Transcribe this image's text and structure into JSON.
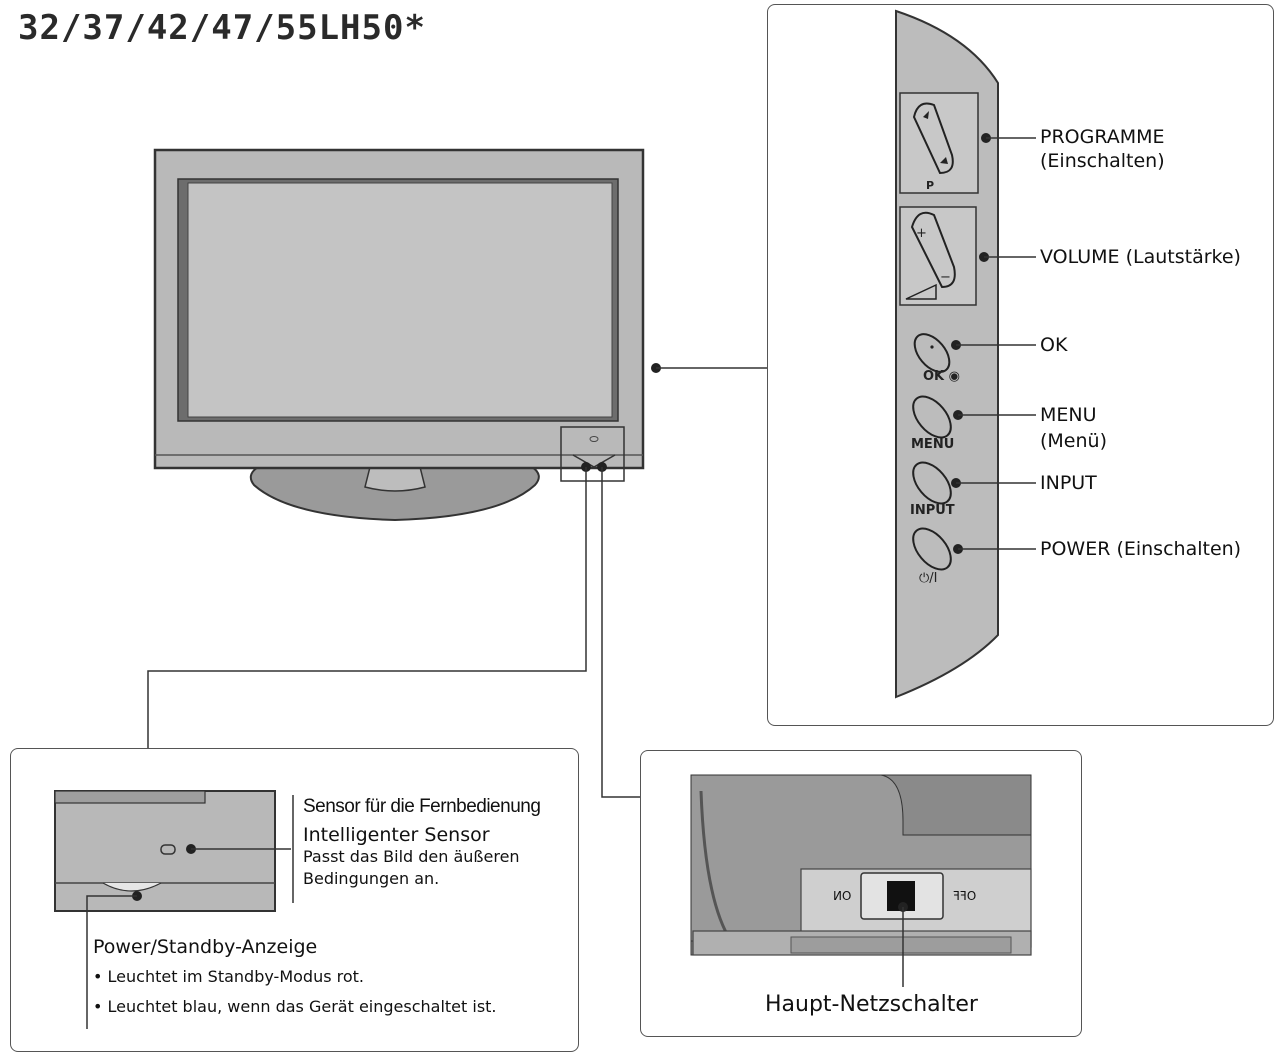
{
  "title": "32/37/42/47/55LH50*",
  "controls": {
    "programme": {
      "label": "PROGRAMME",
      "sub": "(Einschalten)",
      "button_text": "P"
    },
    "volume": {
      "label": "VOLUME (Lautstärke)"
    },
    "ok": {
      "label": "OK",
      "button_text": "OK ◉"
    },
    "menu": {
      "label": "MENU",
      "sub": "(Menü)",
      "button_text": "MENU"
    },
    "input": {
      "label": "INPUT",
      "button_text": "INPUT"
    },
    "power": {
      "label": "POWER (Einschalten)",
      "button_text": "⏻/I"
    }
  },
  "sensor_panel": {
    "sensor_label": "Sensor für die Fernbedienung",
    "intelligent_title": "Intelligenter Sensor",
    "intelligent_desc_1": "Passt das Bild den äußeren",
    "intelligent_desc_2": "Bedingungen an.",
    "standby_title": "Power/Standby-Anzeige",
    "standby_bullet_1": "• Leuchtet im Standby-Modus rot.",
    "standby_bullet_2": "• Leuchtet blau, wenn das Gerät eingeschaltet ist."
  },
  "switch_panel": {
    "on_label": "ON",
    "off_label": "OFF",
    "caption": "Haupt-Netzschalter"
  },
  "colors": {
    "panel_border": "#555555",
    "tv_body": "#b9b9b9",
    "tv_screen": "#c4c4c4",
    "dark_frame": "#6d6d6d"
  }
}
